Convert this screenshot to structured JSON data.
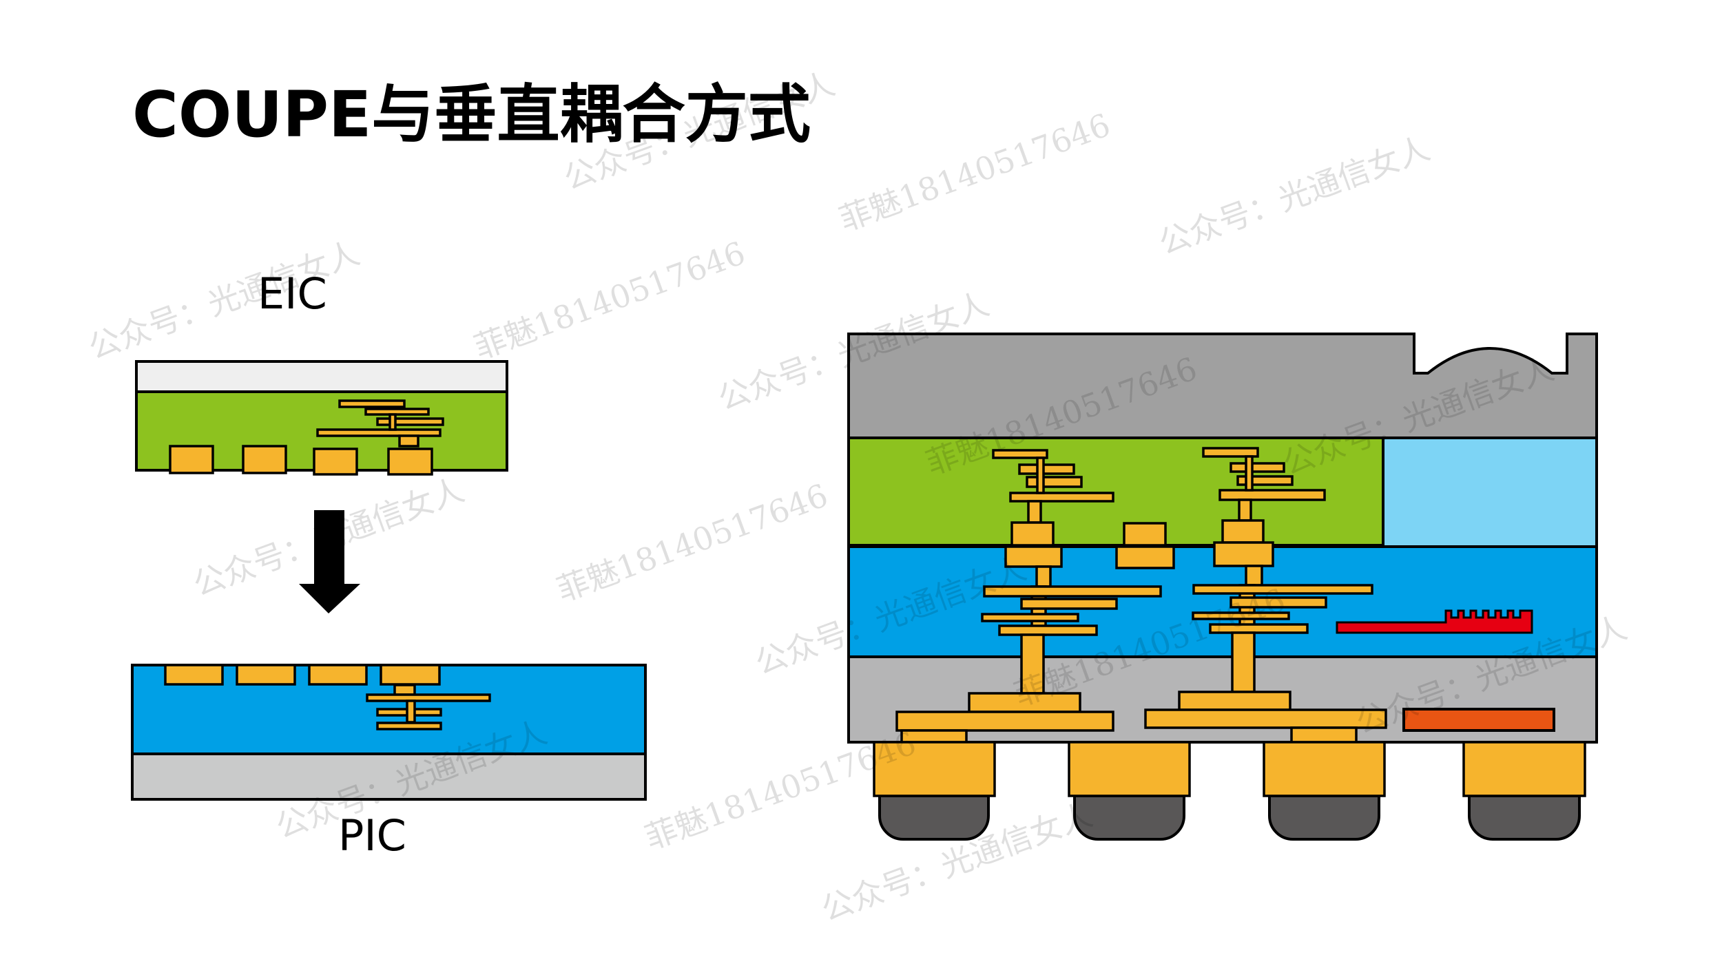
{
  "title": "COUPE与垂直耦合方式",
  "left_diagram": {
    "top_label": "EIC",
    "bottom_label": "PIC"
  },
  "watermarks": [
    "公众号：光通信女人",
    "菲魅18140517646"
  ],
  "colors": {
    "metal": "#f6b42d",
    "eic_silicon": "#8dc21f",
    "pic_oxide": "#00a0e6",
    "substrate_gray": "#c9caca",
    "mold_gray": "#a0a0a0",
    "lower_gray": "#b5b5b6",
    "light_blue": "#7dd4f5",
    "solder_ball": "#595757",
    "grating_red": "#e60012",
    "laser_orange": "#e95513"
  }
}
